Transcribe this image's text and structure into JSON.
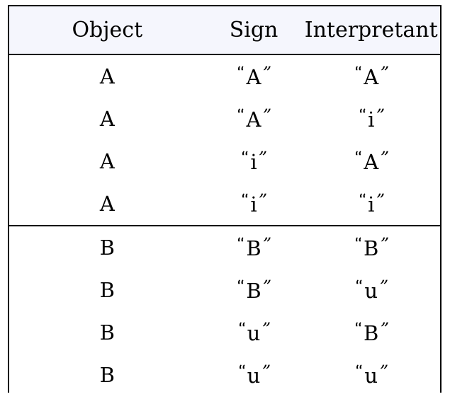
{
  "table": {
    "name": "semiotic-triad-table",
    "columns": [
      {
        "key": "object",
        "label": "Object"
      },
      {
        "key": "sign",
        "label": "Sign"
      },
      {
        "key": "interpretant",
        "label": "Interpretant"
      }
    ],
    "quote_open": "“",
    "quote_close": "”",
    "groups": [
      {
        "id": "group-a",
        "rows": [
          {
            "object": "A",
            "sign": "A",
            "interpretant": "A"
          },
          {
            "object": "A",
            "sign": "A",
            "interpretant": "i"
          },
          {
            "object": "A",
            "sign": "i",
            "interpretant": "A"
          },
          {
            "object": "A",
            "sign": "i",
            "interpretant": "i"
          }
        ]
      },
      {
        "id": "group-b",
        "rows": [
          {
            "object": "B",
            "sign": "B",
            "interpretant": "B"
          },
          {
            "object": "B",
            "sign": "B",
            "interpretant": "u"
          },
          {
            "object": "B",
            "sign": "u",
            "interpretant": "B"
          },
          {
            "object": "B",
            "sign": "u",
            "interpretant": "u"
          }
        ]
      }
    ]
  },
  "style": {
    "header_background": "#f5f6fd",
    "border_color": "#000000",
    "text_color": "#000000",
    "page_background": "#ffffff"
  }
}
